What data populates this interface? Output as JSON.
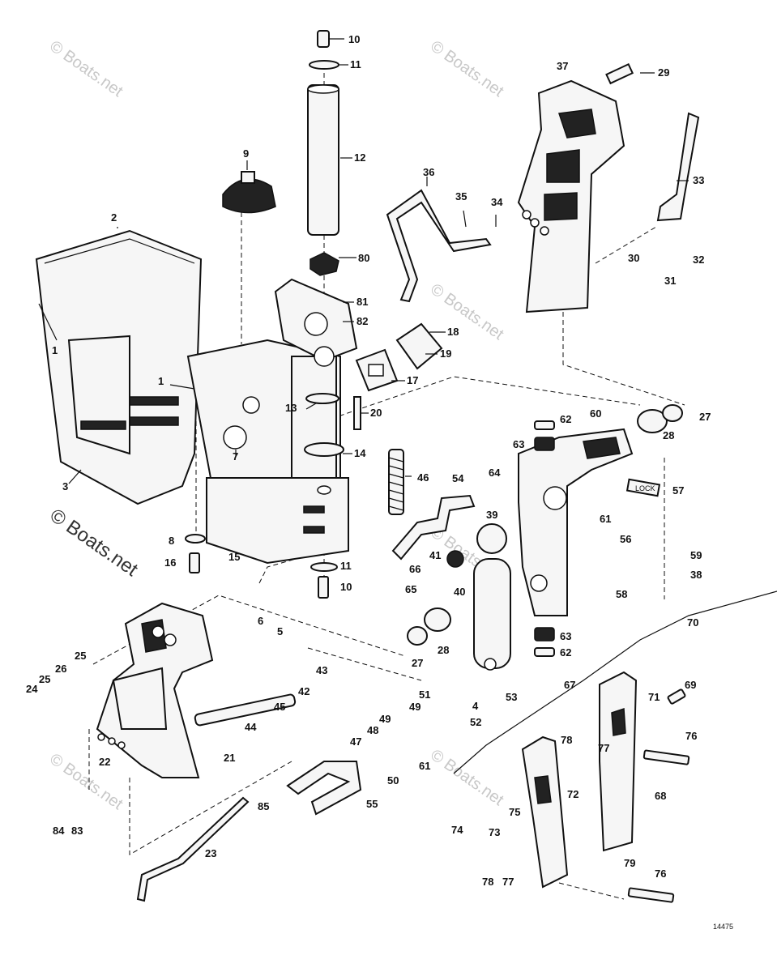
{
  "watermark": "© Boats.net",
  "drawing_code": "14475",
  "lock_label": "LOCK",
  "callouts": [
    "1",
    "1",
    "2",
    "3",
    "4",
    "5",
    "6",
    "7",
    "8",
    "9",
    "10",
    "10",
    "11",
    "11",
    "12",
    "13",
    "14",
    "15",
    "16",
    "17",
    "18",
    "19",
    "20",
    "21",
    "22",
    "23",
    "24",
    "25",
    "25",
    "26",
    "27",
    "27",
    "28",
    "28",
    "29",
    "30",
    "31",
    "32",
    "33",
    "34",
    "35",
    "36",
    "37",
    "38",
    "39",
    "40",
    "41",
    "42",
    "43",
    "44",
    "45",
    "46",
    "47",
    "48",
    "49",
    "49",
    "50",
    "51",
    "52",
    "53",
    "54",
    "55",
    "56",
    "57",
    "58",
    "59",
    "60",
    "61",
    "61",
    "62",
    "62",
    "63",
    "63",
    "64",
    "65",
    "66",
    "67",
    "68",
    "69",
    "70",
    "71",
    "72",
    "73",
    "74",
    "75",
    "76",
    "76",
    "77",
    "77",
    "78",
    "78",
    "79",
    "80",
    "81",
    "82",
    "83",
    "84",
    "85"
  ]
}
